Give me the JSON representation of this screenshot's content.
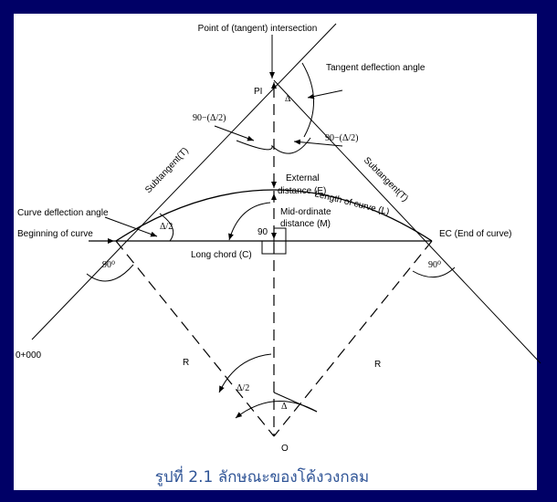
{
  "labels": {
    "pi_title": "Point of (tangent) intersection",
    "pi": "PI",
    "tangent_deflection": "Tangent deflection angle",
    "delta": "Δ",
    "angle_left": "90−(Δ/2)",
    "angle_right": "90−(Δ/2)",
    "external_1": "External",
    "external_2": "distance (E)",
    "subtangent_left": "Subtangent(T)",
    "subtangent_right": "Subtangent(T)",
    "length_of_curve": "Length of curve (L)",
    "curve_deflection": "Curve deflection angle",
    "half_delta": "Δ/2",
    "mid_ordinate_1": "Mid-ordinate",
    "mid_ordinate_2": "distance (M)",
    "ninety": "90",
    "beginning": "Beginning of curve",
    "ec": "EC (End of curve)",
    "long_chord": "Long chord (C)",
    "right_angle_left": "90⁰",
    "right_angle_right": "90⁰",
    "station": "0+000",
    "r_left": "R",
    "r_right": "R",
    "center_half_delta": "Δ/2",
    "center_delta": "Δ",
    "center": "O"
  },
  "caption": "รูปที่ 2.1 ลักษณะของโค้งวงกลม"
}
